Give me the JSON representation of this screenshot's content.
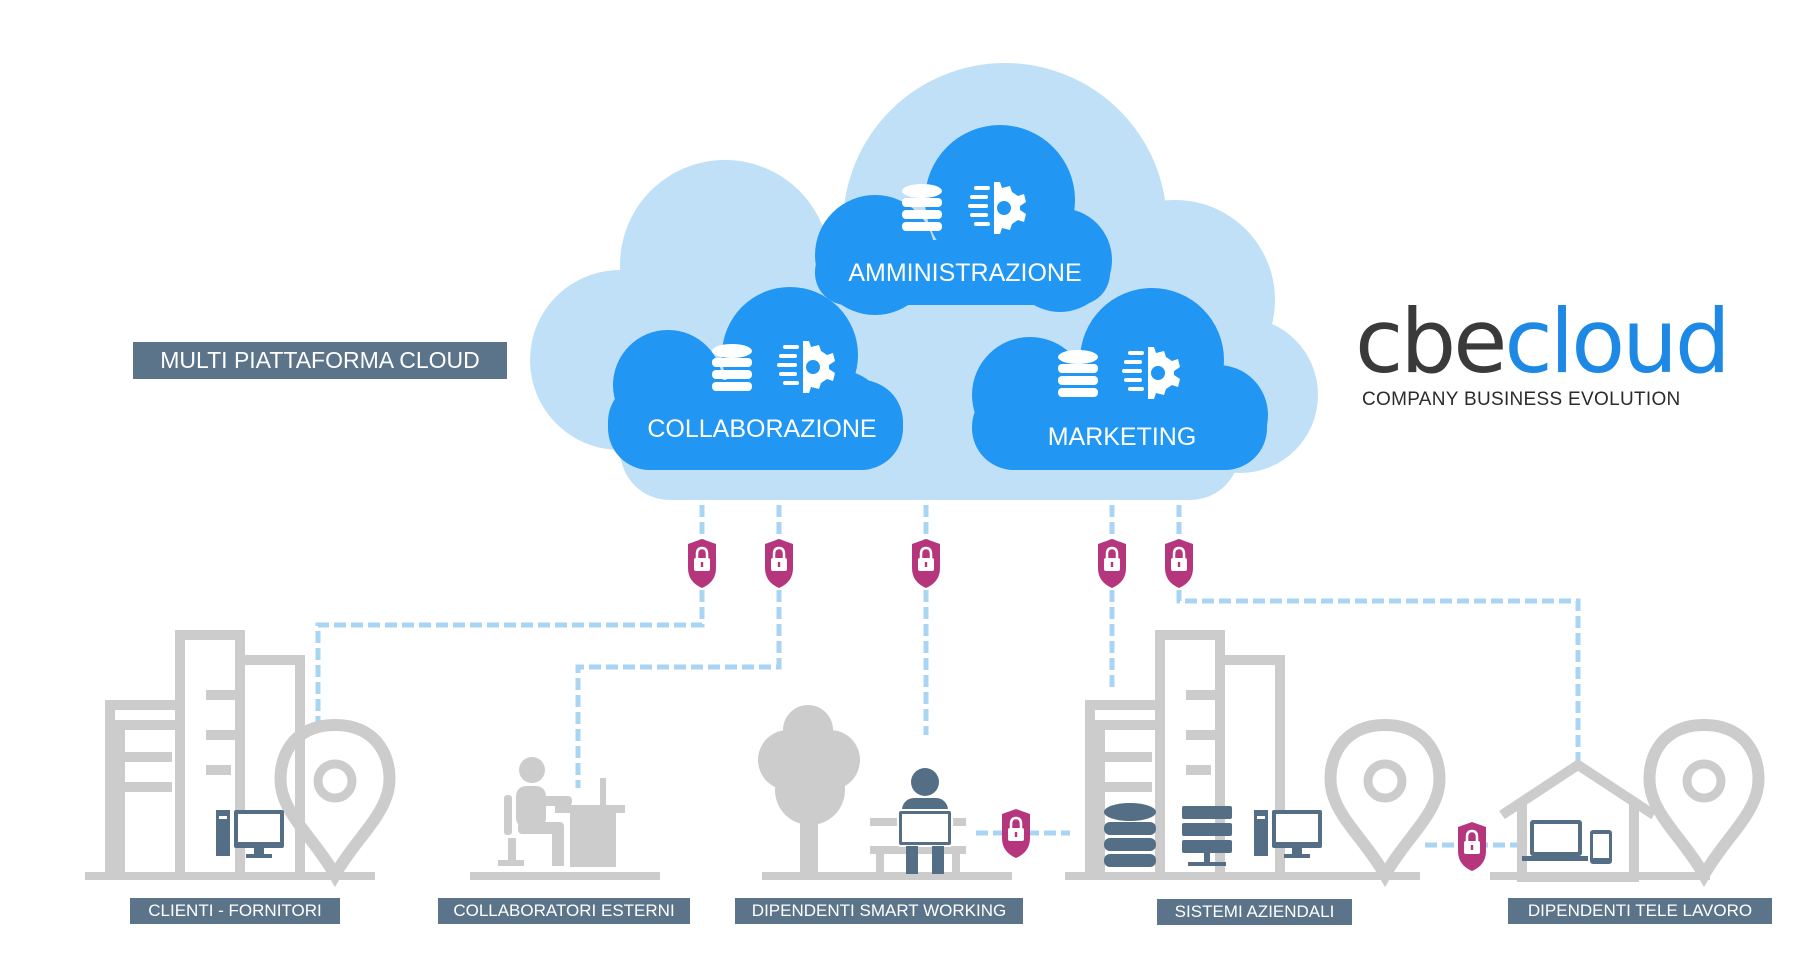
{
  "diagram": {
    "main_label": "MULTI PIATTAFORMA CLOUD",
    "clouds": [
      {
        "id": "amministrazione",
        "label": "AMMINISTRAZIONE"
      },
      {
        "id": "collaborazione",
        "label": "COLLABORAZIONE"
      },
      {
        "id": "marketing",
        "label": "MARKETING"
      }
    ],
    "nodes": [
      {
        "id": "clienti",
        "label": "CLIENTI - FORNITORI"
      },
      {
        "id": "collaboratori",
        "label": "COLLABORATORI ESTERNI"
      },
      {
        "id": "smart",
        "label": "DIPENDENTI SMART WORKING"
      },
      {
        "id": "sistemi",
        "label": "SISTEMI AZIENDALI"
      },
      {
        "id": "tele",
        "label": "DIPENDENTI TELE LAVORO"
      }
    ],
    "colors": {
      "cloud_big": "#bfe0f7",
      "cloud_small": "#2196f3",
      "label_bg": "#5b7489",
      "lock": "#b5367c",
      "connector": "#a9d4f3",
      "icon_gray": "#cccccc",
      "icon_dark": "#546e86"
    },
    "icons": [
      "database-icon",
      "gear-icon",
      "lock-icon",
      "building-icon",
      "map-pin-icon",
      "desktop-icon",
      "worker-icon",
      "tree-icon",
      "laptop-icon",
      "server-icon",
      "house-icon"
    ]
  },
  "logo": {
    "brand_part1": "cbe",
    "brand_part2": "cloud",
    "tagline": "COMPANY BUSINESS EVOLUTION"
  }
}
